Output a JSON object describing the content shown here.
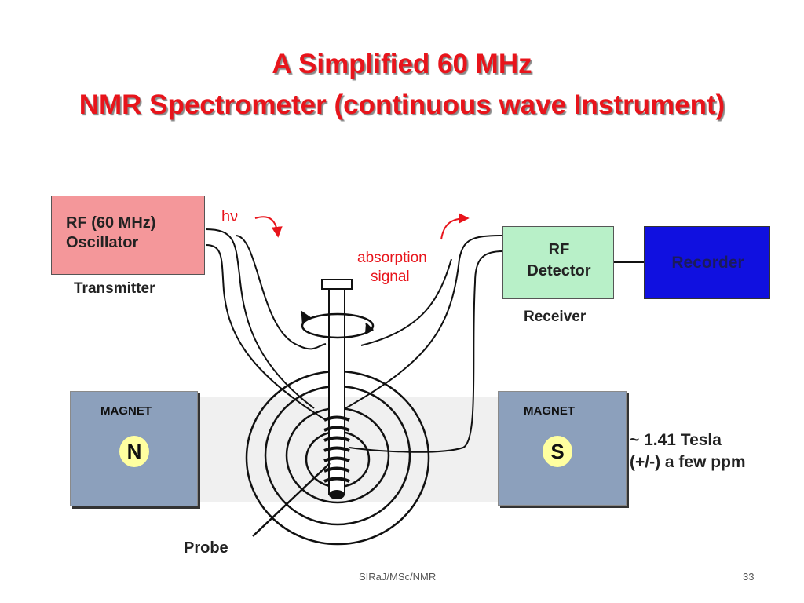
{
  "title": {
    "line1": "A Simplified 60 MHz",
    "line2": "NMR Spectrometer (continuous wave Instrument)"
  },
  "oscillator": {
    "line1": "RF (60 MHz)",
    "line2": "Oscillator",
    "caption": "Transmitter"
  },
  "detector": {
    "line1": "RF",
    "line2": "Detector",
    "caption": "Receiver"
  },
  "recorder": {
    "label": "Recorder"
  },
  "hv_label": "hν",
  "absorption": {
    "line1": "absorption",
    "line2": "signal"
  },
  "magnet_left": {
    "label": "MAGNET",
    "pole": "N"
  },
  "magnet_right": {
    "label": "MAGNET",
    "pole": "S"
  },
  "field": {
    "line1": "~ 1.41 Tesla",
    "line2": "(+/-) a few ppm"
  },
  "probe_label": "Probe",
  "footer": {
    "text": "SIRaJ/MSc/NMR",
    "page": "33"
  },
  "colors": {
    "title": "#e8141b",
    "oscillator": "#f4979a",
    "detector": "#b8f0c8",
    "recorder": "#1010e0",
    "magnet": "#8ca0bc",
    "pole": "#ffffa0"
  }
}
